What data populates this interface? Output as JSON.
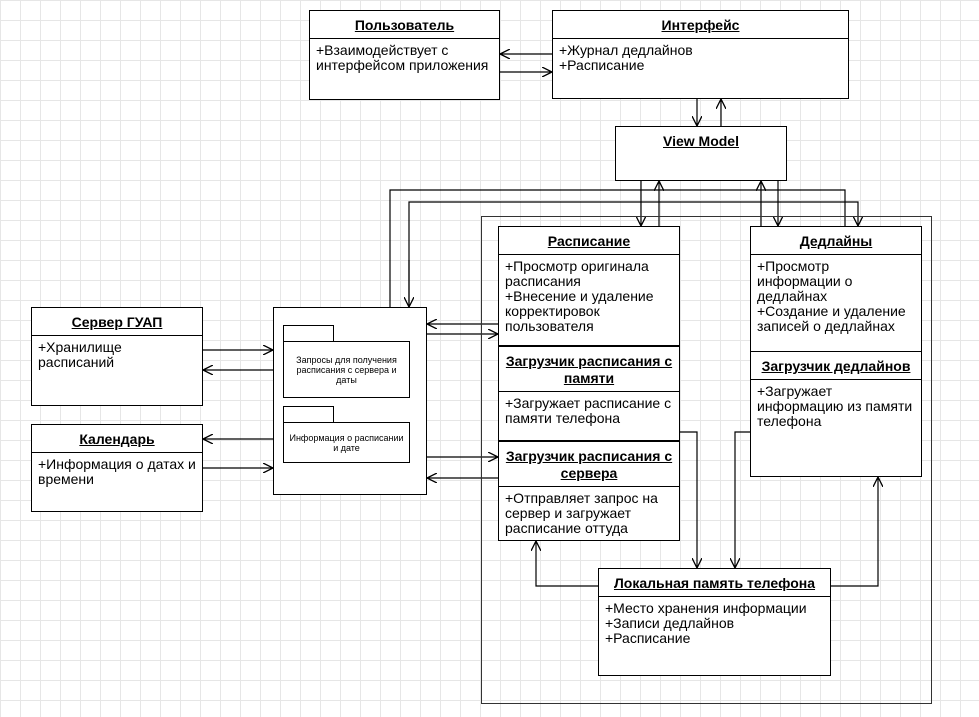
{
  "classes": {
    "user": {
      "title": "Пользователь",
      "attrs": [
        "+Взаимодействует с интерфейсом приложения"
      ]
    },
    "interface": {
      "title": "Интерфейс",
      "attrs": [
        "+Журнал дедлайнов",
        "+Расписание"
      ]
    },
    "viewmodel": {
      "title": "View Model"
    },
    "schedule": {
      "title": "Расписание",
      "attrs": [
        "+Просмотр оригинала расписания",
        "+Внесение и удаление корректировок пользователя"
      ]
    },
    "schedule_mem": {
      "title": "Загрузчик расписания с памяти",
      "attrs": [
        "+Загружает расписание с памяти телефона"
      ]
    },
    "schedule_srv": {
      "title": "Загрузчик расписания с сервера",
      "attrs": [
        "+Отправляет запрос на сервер и загружает расписание оттуда"
      ]
    },
    "deadlines": {
      "title": "Дедлайны",
      "attrs": [
        "+Просмотр информации о дедлайнах",
        "+Создание и удаление записей о дедлайнах"
      ]
    },
    "deadlines_loader": {
      "title": "Загрузчик дедлайнов",
      "attrs": [
        "+Загружает информацию из памяти телефона"
      ]
    },
    "server": {
      "title": "Сервер ГУАП",
      "attrs": [
        "+Хранилище расписаний"
      ]
    },
    "calendar": {
      "title": "Календарь",
      "attrs": [
        "+Информация  о датах и времени"
      ]
    },
    "local": {
      "title": "Локальная память телефона",
      "attrs": [
        "+Место хранения информации",
        "+Записи дедлайнов",
        "+Расписание"
      ]
    }
  },
  "packages": {
    "requests": {
      "label": "Запросы для получения расписания с сервера и даты"
    },
    "info": {
      "label": "Информация о расписании и дате"
    }
  }
}
